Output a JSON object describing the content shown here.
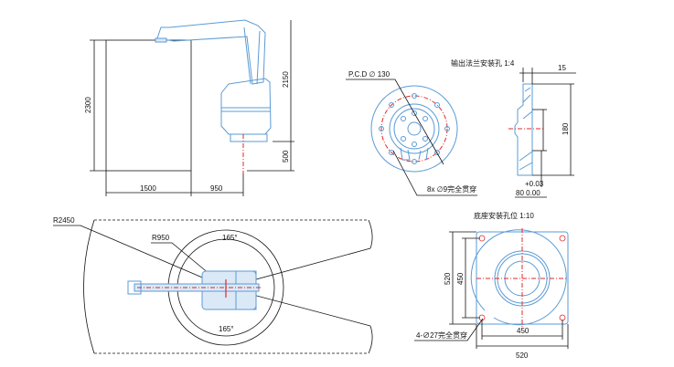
{
  "side_view": {
    "dim_height_box": "2300",
    "dim_reach_top": "2150",
    "dim_base": "500",
    "dim_box_width": "1500",
    "dim_offset": "950"
  },
  "flange": {
    "title": "输出法兰安装孔 1:4",
    "pcd_label": "P.C.D ∅ 130",
    "holes_label": "8x ∅9完全贯穿",
    "dim_thickness": "15",
    "dim_diameter": "180",
    "tol_upper": "+0.03",
    "tol_lower": "80 0.00"
  },
  "base": {
    "title": "底座安装孔位 1:10",
    "dim_outer_v": "520",
    "dim_inner_v": "450",
    "dim_inner_h": "450",
    "dim_outer_h": "520",
    "holes_label": "4-∅27完全贯穿"
  },
  "workspace": {
    "outer_radius": "R2450",
    "inner_radius": "R950",
    "angle_top": "165°",
    "angle_bottom": "165°"
  },
  "colors": {
    "robot": "#5b9bd5",
    "centerline": "#e0282a",
    "lines": "#111111"
  }
}
